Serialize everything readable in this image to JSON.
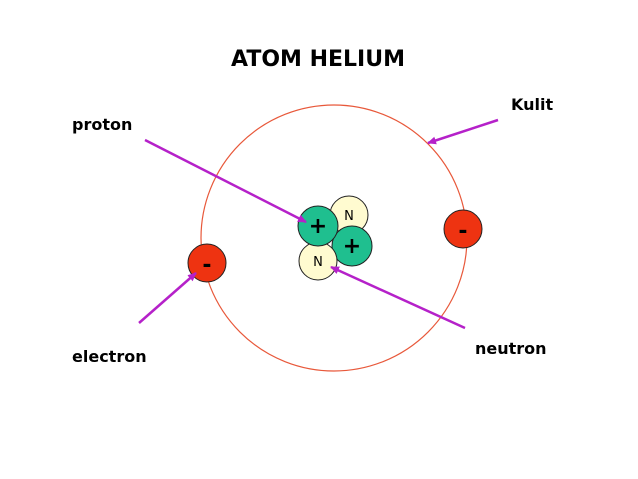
{
  "title": "ATOM HELIUM",
  "labels": {
    "proton": "proton",
    "shell": "Kulit",
    "electron": "electron",
    "neutron": "neutron"
  },
  "nucleus": {
    "proton_sign": "+",
    "neutron_mark": "N"
  },
  "electron_sign": "-",
  "colors": {
    "shell": "#e8583a",
    "arrow": "#b521c9",
    "proton": "#1fbf8f",
    "neutron": "#fffbd0",
    "electron": "#ee3311",
    "outline": "#222222"
  }
}
